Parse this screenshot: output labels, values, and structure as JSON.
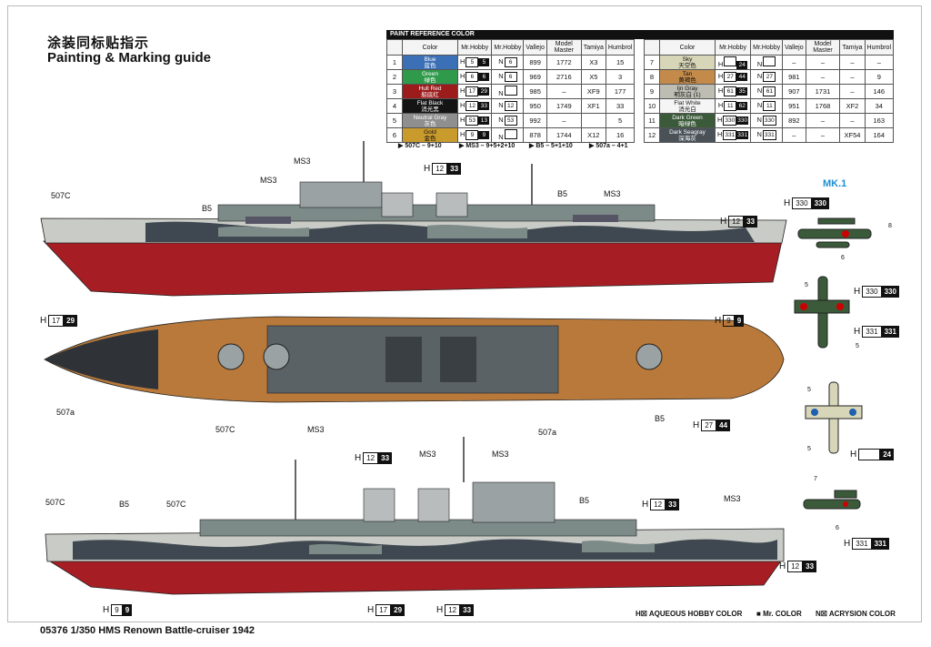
{
  "title_cn": "涂装同标贴指示",
  "title_en": "Painting & Marking guide",
  "ref_header": "PAINT  REFERENCE COLOR",
  "columns": [
    "Color",
    "Mr.Hobby",
    "Mr.Hobby",
    "Vallejo",
    "Model Master",
    "Tamiya",
    "Humbrol"
  ],
  "left_rows": [
    {
      "n": "1",
      "name": "Blue",
      "cn": "蓝色",
      "color": "#3b6fb6",
      "h": "5",
      "c": "5",
      "nb": "6",
      "v": "899",
      "mm": "1772",
      "t": "X3",
      "hu": "15"
    },
    {
      "n": "2",
      "name": "Green",
      "cn": "绿色",
      "color": "#2f9a4a",
      "h": "6",
      "c": "6",
      "nb": "6",
      "v": "969",
      "mm": "2716",
      "t": "X5",
      "hu": "3"
    },
    {
      "n": "3",
      "name": "Hull Red",
      "cn": "船底红",
      "color": "#9c1b1b",
      "h": "17",
      "c": "29",
      "nb": "",
      "v": "985",
      "mm": "–",
      "t": "XF9",
      "hu": "177"
    },
    {
      "n": "4",
      "name": "Flat Black",
      "cn": "消光黑",
      "color": "#141414",
      "h": "12",
      "c": "33",
      "nb": "12",
      "v": "950",
      "mm": "1749",
      "t": "XF1",
      "hu": "33"
    },
    {
      "n": "5",
      "name": "Neutral Gray",
      "cn": "灰色",
      "color": "#8f8f8f",
      "h": "53",
      "c": "13",
      "nb": "53",
      "v": "992",
      "mm": "–",
      "t": "",
      "hu": "5"
    },
    {
      "n": "6",
      "name": "Gold",
      "cn": "金色",
      "color": "#c99a2c",
      "h": "9",
      "c": "9",
      "nb": "",
      "v": "878",
      "mm": "1744",
      "t": "X12",
      "hu": "16"
    }
  ],
  "right_rows": [
    {
      "n": "7",
      "name": "Sky",
      "cn": "天空色",
      "color": "#d7d6b8",
      "h": "",
      "c": "24",
      "nb": "",
      "v": "–",
      "mm": "–",
      "t": "–",
      "hu": "–"
    },
    {
      "n": "8",
      "name": "Tan",
      "cn": "黄褐色",
      "color": "#c38a4a",
      "h": "27",
      "c": "44",
      "nb": "27",
      "v": "981",
      "mm": "–",
      "t": "–",
      "hu": "9"
    },
    {
      "n": "9",
      "name": "Ijn Gray",
      "cn": "明灰白 (1)",
      "color": "#bdbdb4",
      "h": "61",
      "c": "35",
      "nb": "61",
      "v": "907",
      "mm": "1731",
      "t": "–",
      "hu": "146"
    },
    {
      "n": "10",
      "name": "Flat White",
      "cn": "消光白",
      "color": "#f5f5f5",
      "h": "11",
      "c": "62",
      "nb": "11",
      "v": "951",
      "mm": "1768",
      "t": "XF2",
      "hu": "34"
    },
    {
      "n": "11",
      "name": "Dark Green",
      "cn": "暗绿色",
      "color": "#3b5a3a",
      "h": "330",
      "c": "330",
      "nb": "330",
      "v": "892",
      "mm": "–",
      "t": "–",
      "hu": "163"
    },
    {
      "n": "12",
      "name": "Dark Seagray",
      "cn": "深海灰",
      "color": "#4a5258",
      "h": "331",
      "c": "331",
      "nb": "331",
      "v": "–",
      "mm": "–",
      "t": "XF54",
      "hu": "164"
    }
  ],
  "mixes": [
    "507C – 9+10",
    "MS3 – 9+5+2+10",
    "B5 – 5+1+10",
    "507a – 4+1"
  ],
  "labels": {
    "a": "507C",
    "b": "B5",
    "c": "MS3",
    "d": "MS3",
    "e": "B5",
    "f": "MS3",
    "g": "507a",
    "h": "507C",
    "i": "MS3",
    "j": "507a",
    "k": "B5",
    "l": "507C",
    "m": "B5",
    "n": "507C",
    "o": "MS3",
    "p": "MS3",
    "q": "B5",
    "r": "MS3"
  },
  "hlabels": [
    {
      "a": "12",
      "b": "33"
    },
    {
      "a": "12",
      "b": "33"
    },
    {
      "a": "17",
      "b": "29"
    },
    {
      "a": "9",
      "b": "9"
    },
    {
      "a": "27",
      "b": "44"
    },
    {
      "a": "12",
      "b": "33"
    },
    {
      "a": "12",
      "b": "33"
    },
    {
      "a": "12",
      "b": "33"
    },
    {
      "a": "9",
      "b": "9"
    },
    {
      "a": "17",
      "b": "29"
    },
    {
      "a": "12",
      "b": "33"
    },
    {
      "a": "330",
      "b": "330"
    },
    {
      "a": "330",
      "b": "330"
    },
    {
      "a": "331",
      "b": "331"
    },
    {
      "a": "",
      "b": "24"
    },
    {
      "a": "331",
      "b": "331"
    }
  ],
  "plane_title": "MK.1",
  "plane_nums": [
    "8",
    "6",
    "5",
    "5",
    "5",
    "5",
    "7",
    "6"
  ],
  "footer": "05376 1/350 HMS Renown Battle-cruiser 1942",
  "legend": [
    "AQUEOUS HOBBY COLOR",
    "Mr. COLOR",
    "ACRYSION COLOR"
  ],
  "colors": {
    "hull_red": "#a61e24",
    "deck": "#b8793a",
    "camo_dark": "#3f4850",
    "camo_light": "#c9cbc6",
    "camo_mid": "#7c8a88"
  }
}
